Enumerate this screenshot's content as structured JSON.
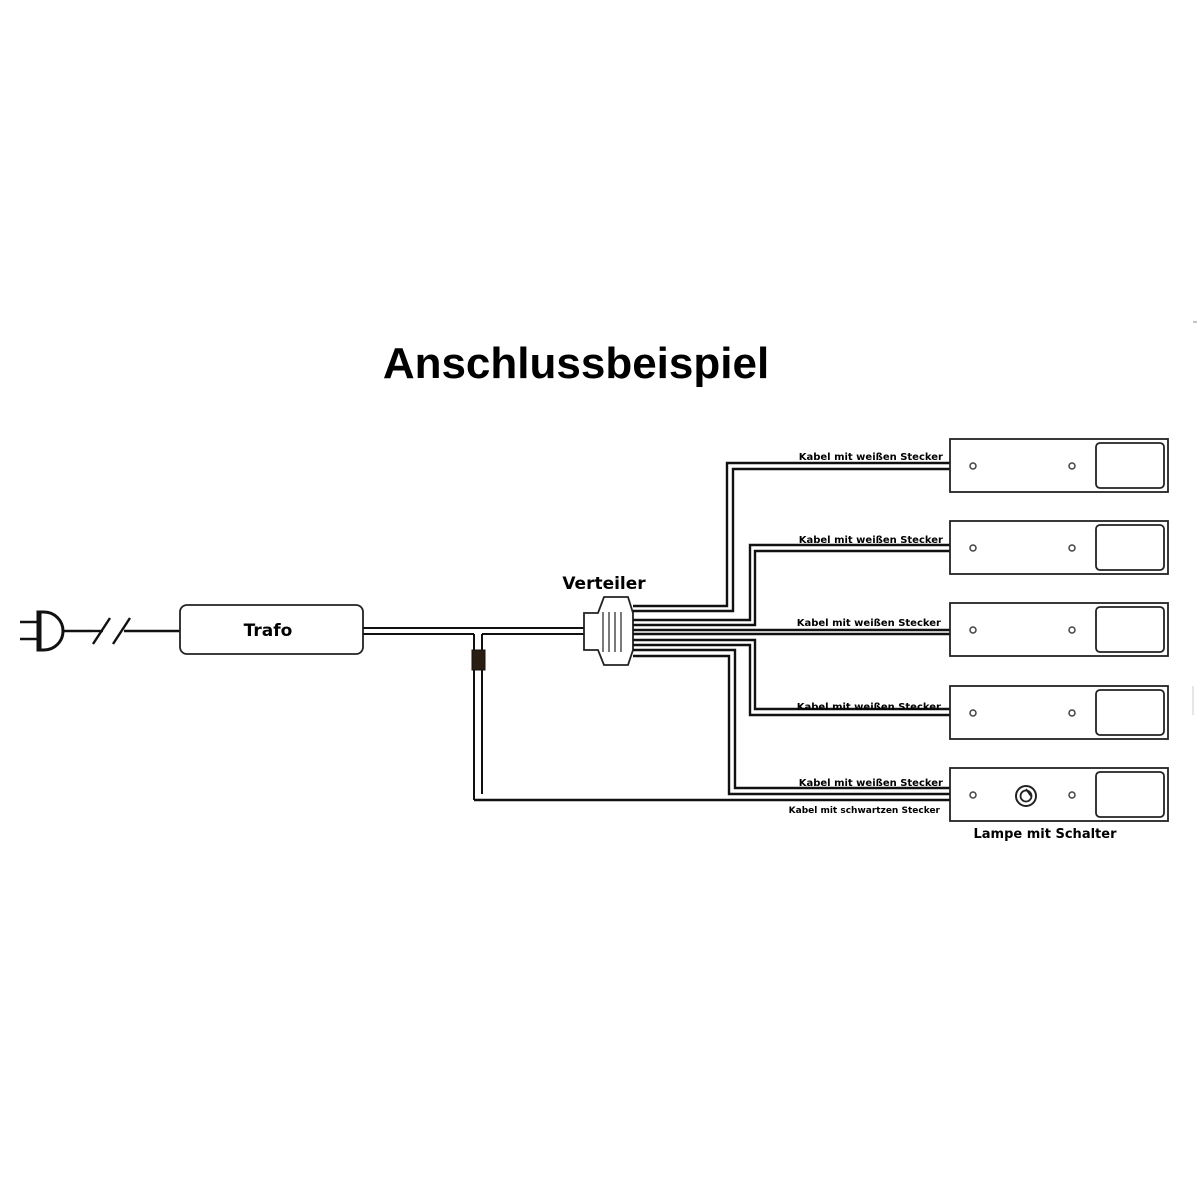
{
  "title": "Anschlussbeispiel",
  "components": {
    "transformer": "Trafo",
    "distributor": "Verteiler",
    "switch_lamp": "Lampe mit Schalter"
  },
  "cables": {
    "white": [
      "Kabel mit weißen Stecker",
      "Kabel mit weißen Stecker",
      "Kabel mit weißen Stecker",
      "Kabel mit weißen Stecker",
      "Kabel mit weißen Stecker"
    ],
    "black": "Kabel mit schwartzen Stecker"
  },
  "icons": [
    "plug-icon",
    "cable-break-icon",
    "power-switch-icon"
  ]
}
